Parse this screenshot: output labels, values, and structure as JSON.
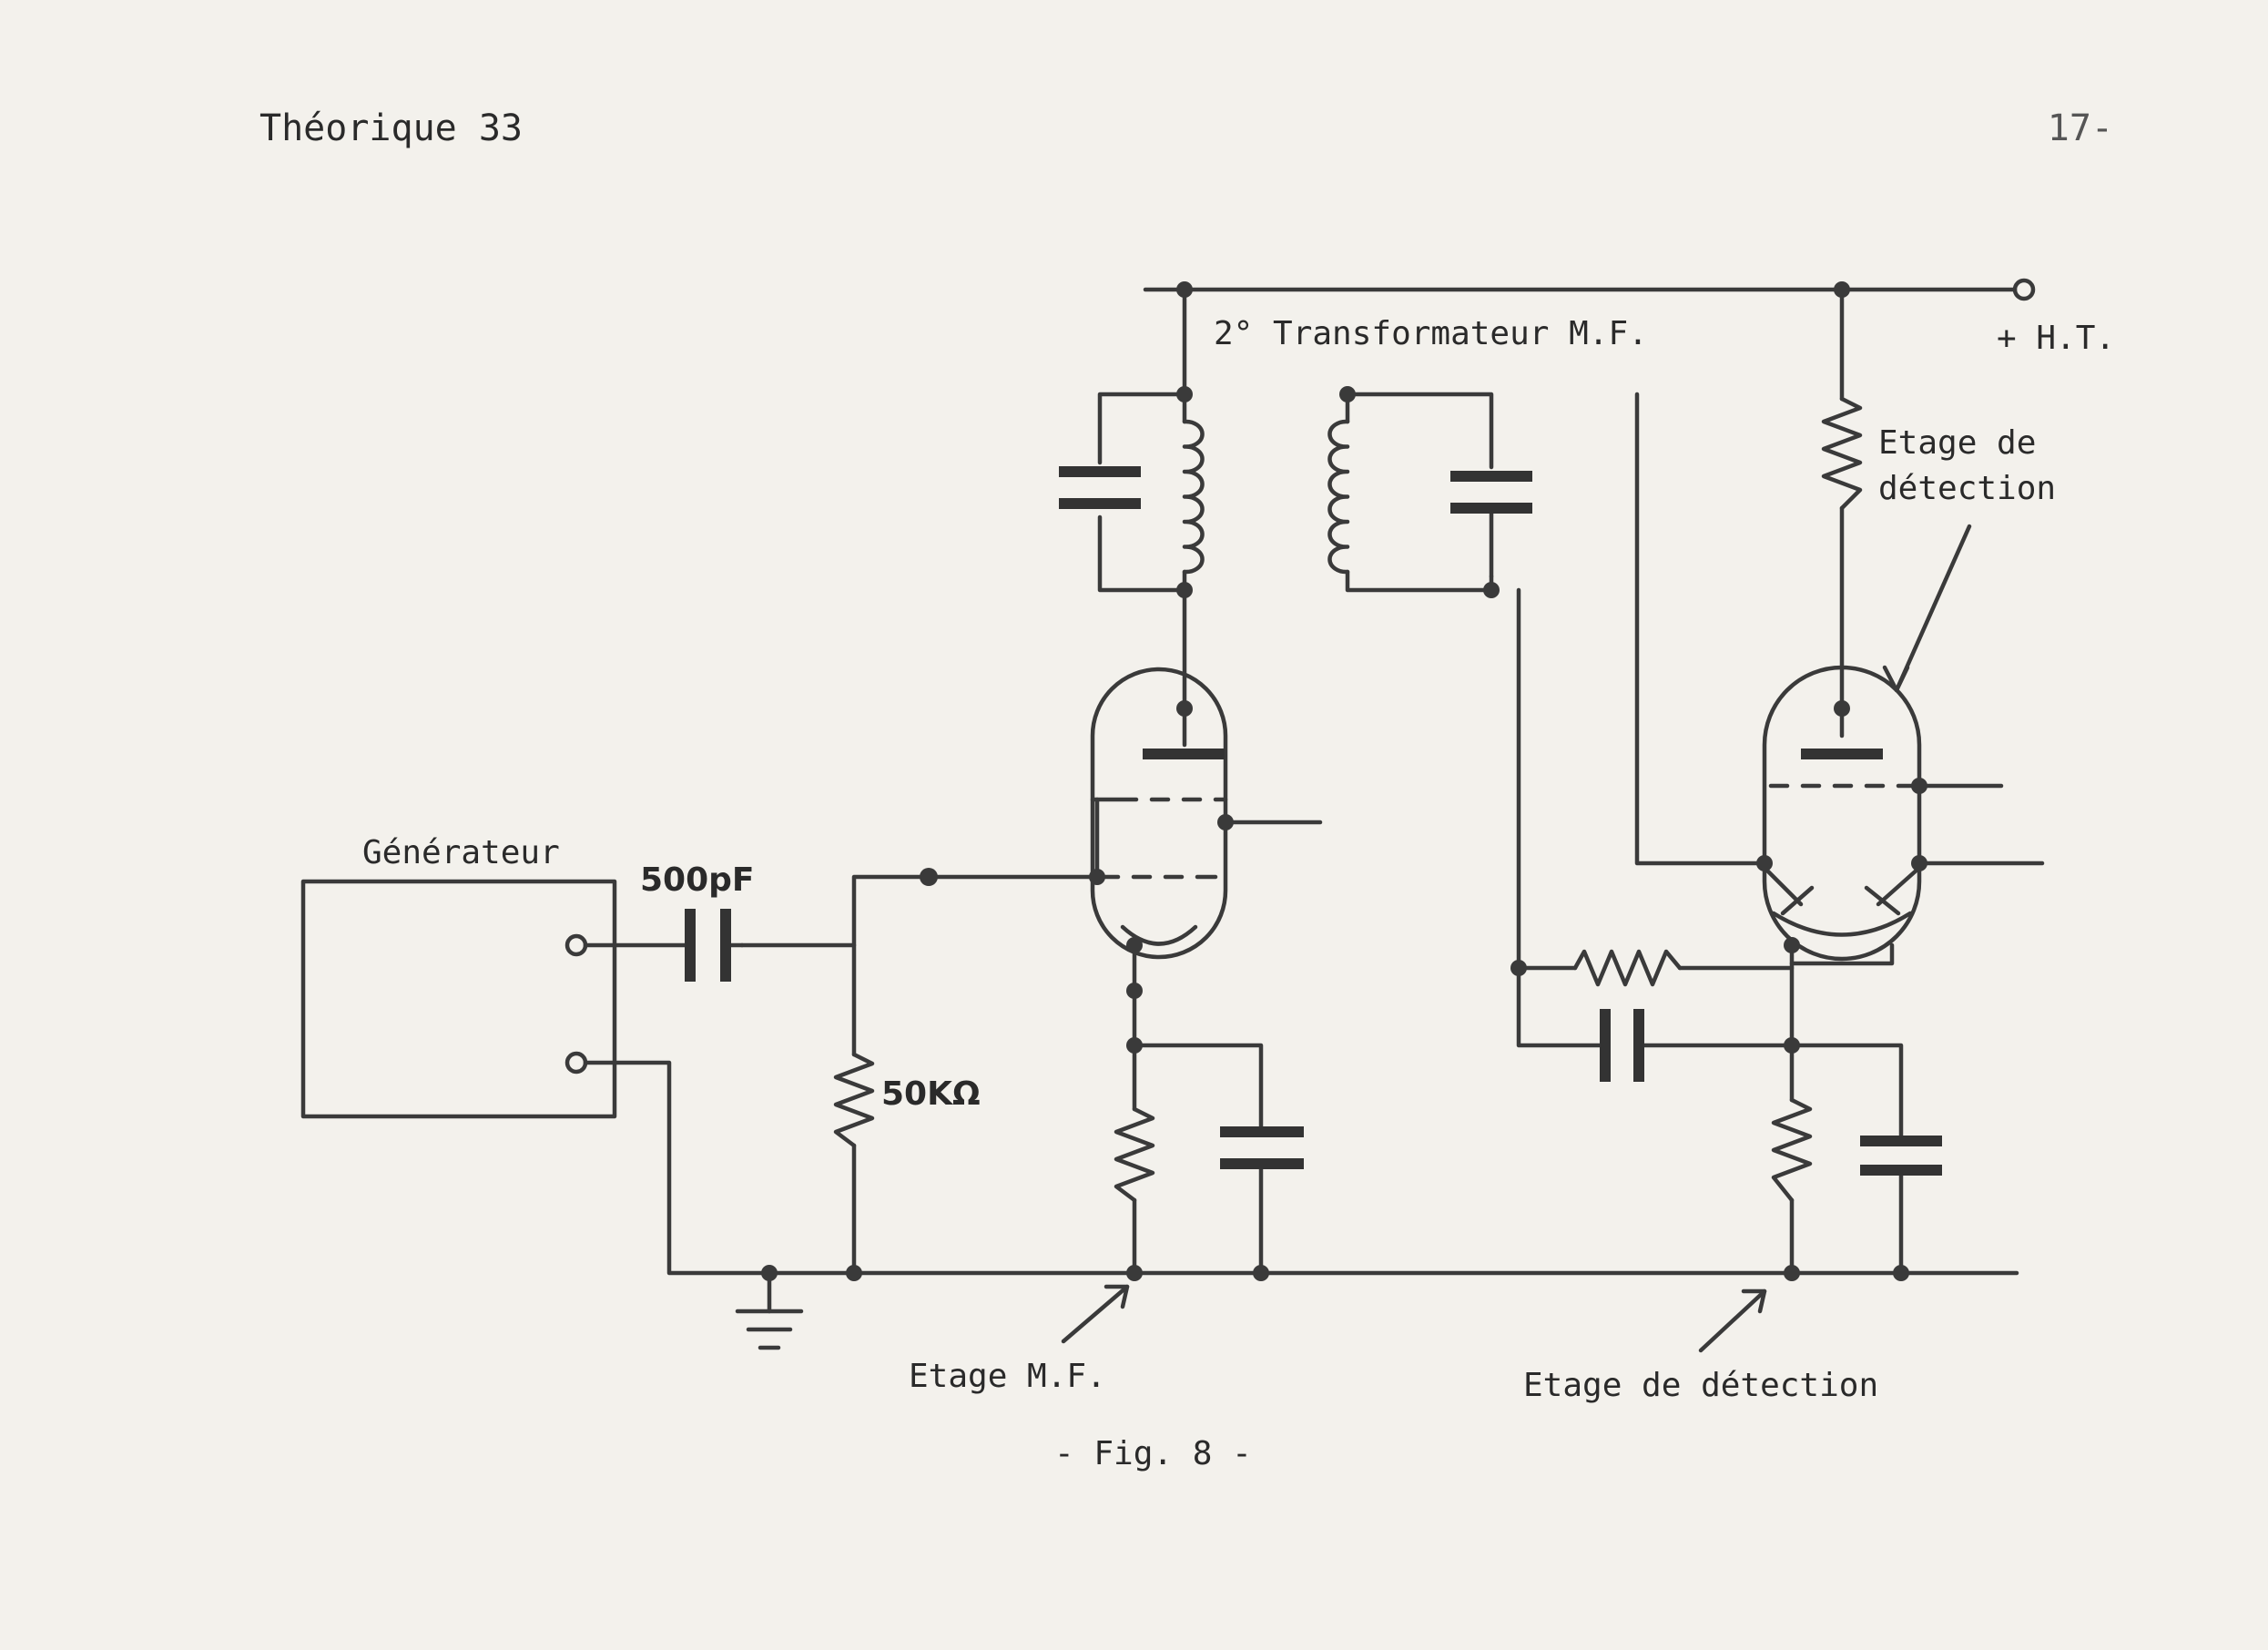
{
  "header": {
    "left": "Théorique 33",
    "right": "17-"
  },
  "diagram": {
    "generator_label": "Générateur",
    "capacitor_label": "500pF",
    "resistor_label": "50KΩ",
    "transformer_label": "2° Transformateur M.F.",
    "supply_label": "+ H.T.",
    "detection_label_line1": "Etage de",
    "detection_label_line2": "détection",
    "mf_stage_label": "Etage M.F.",
    "detection_stage_label": "Etage de détection"
  },
  "caption": "- Fig. 8 -"
}
